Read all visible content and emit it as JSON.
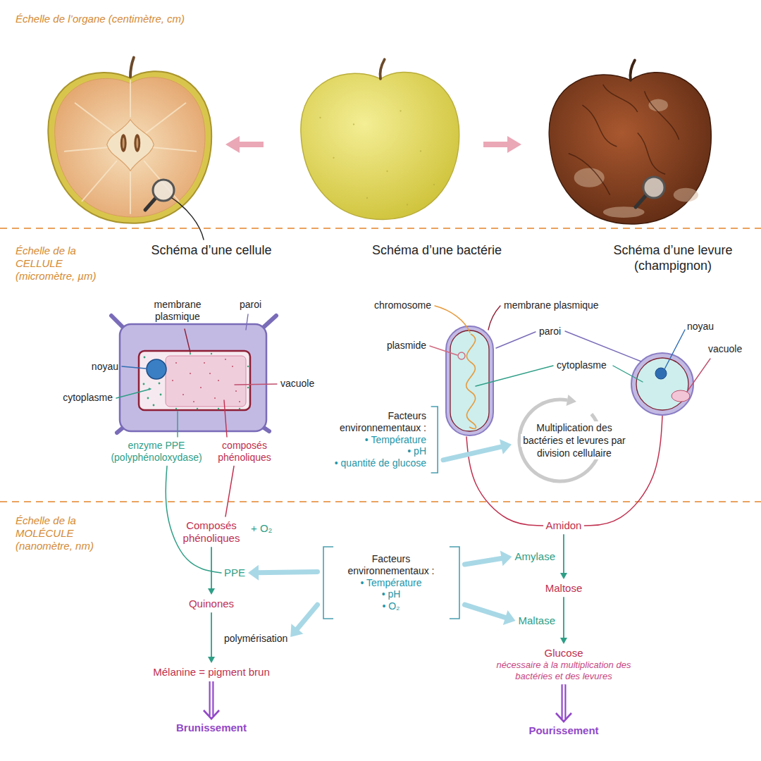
{
  "diagram": {
    "nodes": [
      {
        "text": [
          "Schéma d’une cellule"
        ]
      },
      {
        "text": [
          "Schéma d’une bactérie"
        ]
      },
      {
        "text": [
          "Schéma d’une levure (champignon)"
        ]
      },
      {
        "text": [
          "enzyme PPE (polyphénoloxydase)"
        ]
      },
      {
        "text": [
          "composés phénoliques"
        ]
      },
      {
        "text": [
          "Facteurs environnementaux :",
          "• Température",
          "• pH",
          "• quantité de glucose"
        ]
      },
      {
        "text": [
          "Multiplication des bactéries et levures par division cellulaire"
        ]
      },
      {
        "text": [
          "Composés phénoliques"
        ]
      },
      {
        "text": [
          "Amidon"
        ]
      },
      {
        "text": [
          "PPE"
        ]
      },
      {
        "text": [
          "Facteurs environnementaux :",
          "• Température",
          "• pH",
          "• O₂"
        ]
      },
      {
        "text": [
          "Amylase"
        ]
      },
      {
        "text": [
          "Maltose"
        ]
      },
      {
        "text": [
          "Quinones"
        ]
      },
      {
        "text": [
          "polymérisation"
        ]
      },
      {
        "text": [
          "Maltase"
        ]
      },
      {
        "text": [
          "Glucose",
          "nécessaire à la multiplication des bactéries et des levures"
        ]
      },
      {
        "text": [
          "Mélanine = pigment brun"
        ]
      },
      {
        "text": [
          "Brunissement"
        ]
      },
      {
        "text": [
          "Pourissement"
        ]
      }
    ],
    "edges": [
      {
        "from": 3,
        "to": 9,
        "arrow": "none"
      },
      {
        "from": 4,
        "to": 7,
        "arrow": "none"
      },
      {
        "from": 1,
        "to": 8,
        "arrow": "none"
      },
      {
        "from": 2,
        "to": 8,
        "arrow": "none"
      },
      {
        "from": 5,
        "to": 6,
        "arrow": "to"
      },
      {
        "from": 7,
        "to": 13,
        "arrow": "to"
      },
      {
        "from": 10,
        "to": 9,
        "arrow": "to"
      },
      {
        "from": 10,
        "to": 14,
        "arrow": "to"
      },
      {
        "from": 10,
        "to": 11,
        "arrow": "to"
      },
      {
        "from": 10,
        "to": 15,
        "arrow": "to"
      },
      {
        "from": 13,
        "to": 17,
        "arrow": "to"
      },
      {
        "from": 17,
        "to": 18,
        "arrow": "to"
      },
      {
        "from": 8,
        "to": 12,
        "arrow": "to"
      },
      {
        "from": 12,
        "to": 16,
        "arrow": "to"
      },
      {
        "from": 16,
        "to": 19,
        "arrow": "to"
      }
    ],
    "labels": [
      "Échelle de l’organe (centimètre, cm)",
      "Échelle de la CELLULE (micromètre, µm)",
      "membrane plasmique",
      "paroi",
      "noyau",
      "cytoplasme",
      "vacuole",
      "chromosome",
      "membrane plasmique",
      "plasmide",
      "paroi",
      "cytoplasme",
      "noyau",
      "vacuole",
      "Échelle de la MOLÉCULE (nanomètre, nm)",
      "+ O₂"
    ]
  }
}
